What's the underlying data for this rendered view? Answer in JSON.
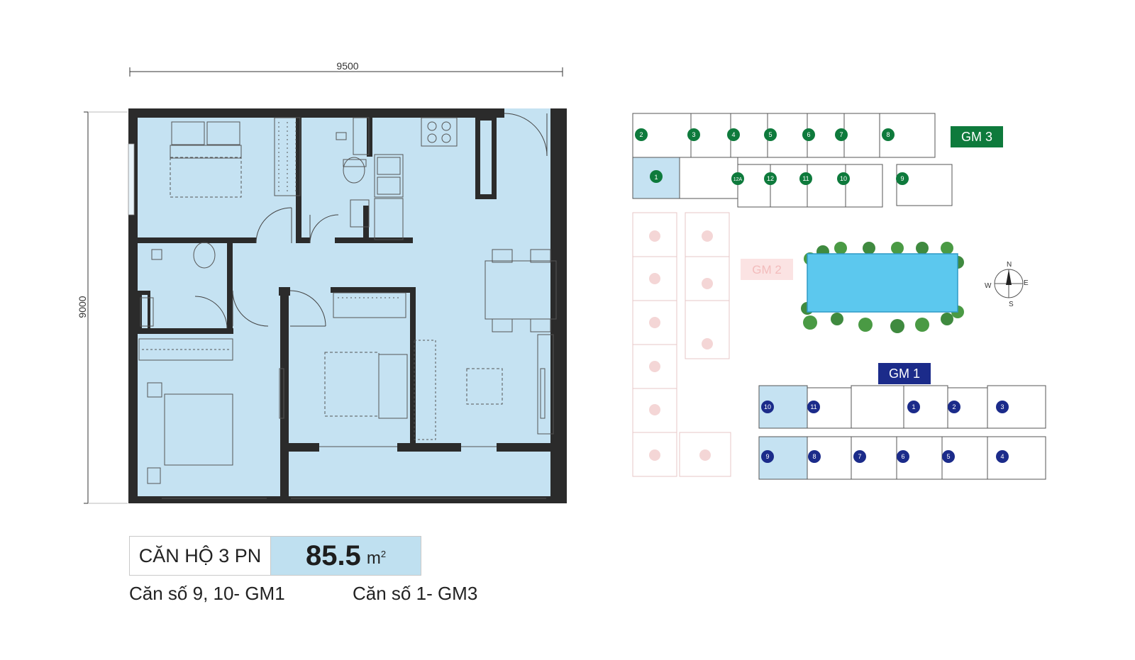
{
  "floor_plan": {
    "dim_width": "9500",
    "dim_height": "9000"
  },
  "apartment": {
    "type_label": "CĂN HỘ 3 PN",
    "area_value": "85.5",
    "area_unit": "m",
    "area_sup": "2"
  },
  "captions": {
    "gm1_units": "Căn số 9, 10- GM1",
    "gm3_units": "Căn số 1- GM3"
  },
  "site_plan": {
    "gm3_label": "GM 3",
    "gm2_label": "GM 2",
    "gm1_label": "GM 1",
    "gm3_top_units": [
      "2",
      "3",
      "4",
      "5",
      "6",
      "7",
      "8"
    ],
    "gm3_bottom_units": [
      "12A",
      "12",
      "11",
      "10",
      "9"
    ],
    "gm3_highlight": "1",
    "gm1_top_units": [
      "10",
      "11",
      "1",
      "2",
      "3"
    ],
    "gm1_bottom_units": [
      "9",
      "8",
      "7",
      "6",
      "5",
      "4"
    ],
    "compass": {
      "n": "N",
      "s": "S",
      "e": "E",
      "w": "W"
    }
  },
  "colors": {
    "room_fill": "#c5e2f2",
    "wall": "#2b2b2b",
    "gm3_green": "#0e7a3c",
    "gm1_navy": "#1b2b8a",
    "gm2_pink": "#f2c9c9",
    "pool": "#5cc8ee",
    "highlight": "#c5e2f2"
  }
}
